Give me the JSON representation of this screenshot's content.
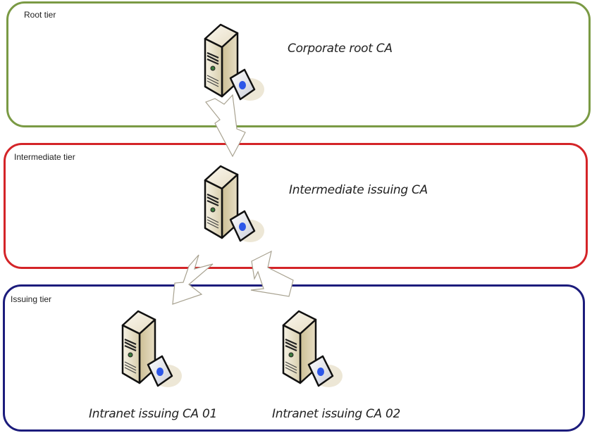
{
  "diagram": {
    "title": "Three-tier certificate authority hierarchy",
    "tiers": [
      {
        "id": "root",
        "label": "Root tier",
        "color": "#7a9a44"
      },
      {
        "id": "intermediate",
        "label": "Intermediate tier",
        "color": "#d42428"
      },
      {
        "id": "issuing",
        "label": "Issuing tier",
        "color": "#1c1c7c"
      }
    ],
    "nodes": [
      {
        "id": "root-ca",
        "label": "Corporate root CA",
        "tier": "root",
        "icon": "server-certificate-icon"
      },
      {
        "id": "intermediate-ca",
        "label": "Intermediate issuing CA",
        "tier": "intermediate",
        "icon": "server-certificate-icon"
      },
      {
        "id": "intranet-ca-01",
        "label": "Intranet issuing CA 01",
        "tier": "issuing",
        "icon": "server-certificate-icon"
      },
      {
        "id": "intranet-ca-02",
        "label": "Intranet issuing CA 02",
        "tier": "issuing",
        "icon": "server-certificate-icon"
      }
    ],
    "edges": [
      {
        "from": "root-ca",
        "to": "intermediate-ca"
      },
      {
        "from": "intermediate-ca",
        "to": "intranet-ca-01"
      },
      {
        "from": "intermediate-ca",
        "to": "intranet-ca-02"
      }
    ]
  }
}
